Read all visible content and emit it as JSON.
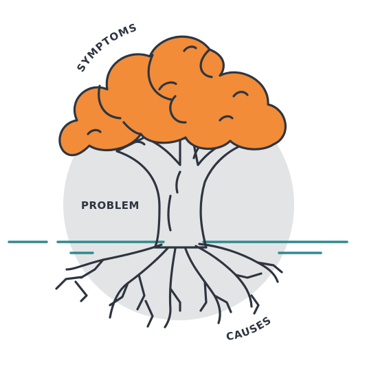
{
  "labels": {
    "symptoms": "SYMPTOMS",
    "problem": "PROBLEM",
    "causes": "CAUSES"
  },
  "colors": {
    "foliage": "#f28c38",
    "outline": "#2e3540",
    "ground_line": "#2f8a8f",
    "background_circle": "#e3e4e6"
  }
}
